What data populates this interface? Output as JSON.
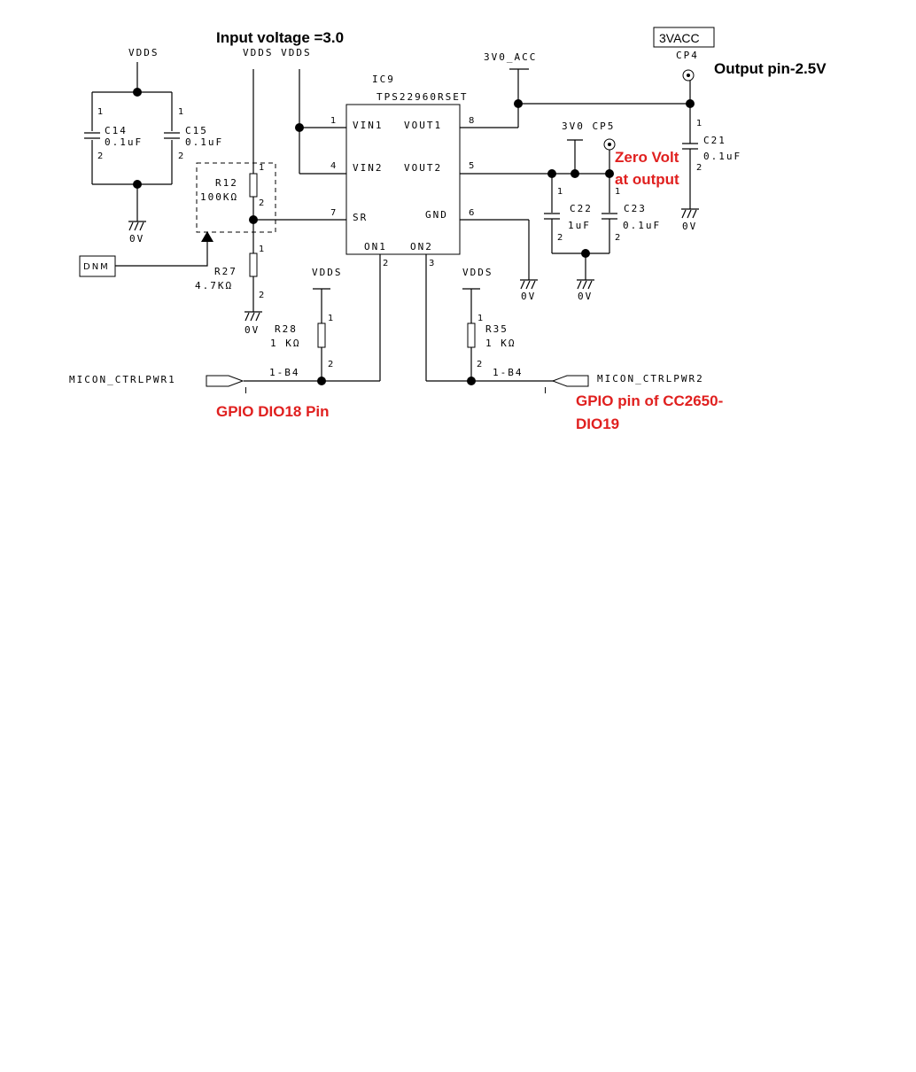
{
  "annotations": {
    "input_voltage": "Input voltage =3.0",
    "output_pin": "Output pin-2.5V",
    "zero_volt_line1": "Zero Volt",
    "zero_volt_line2": "at output",
    "gpio_dio18": "GPIO DIO18 Pin",
    "gpio_cc2650_line1": "GPIO pin of CC2650-",
    "gpio_cc2650_line2": "DIO19"
  },
  "ic": {
    "ref": "IC9",
    "part": "TPS22960RSET",
    "pins": {
      "vin1": "VIN1",
      "vin2": "VIN2",
      "sr": "SR",
      "vout1": "VOUT1",
      "vout2": "VOUT2",
      "gnd": "GND",
      "on1": "ON1",
      "on2": "ON2"
    },
    "pin_numbers": {
      "vin1": "1",
      "vin2": "4",
      "sr": "7",
      "vout1": "8",
      "vout2": "5",
      "gnd": "6",
      "on1": "2",
      "on2": "3"
    }
  },
  "nets": {
    "vdds": "VDDS",
    "vdds_pair": "VDDS VDDS",
    "v3v0_acc": "3V0_ACC",
    "v3v0_cp5": "3V0 CP5",
    "ground": "0V",
    "acc_box": "3VACC",
    "cp4": "CP4",
    "micon1": "MICON_CTRLPWR1",
    "micon2": "MICON_CTRLPWR2",
    "b4": "1-B4",
    "io_dir": "I"
  },
  "components": {
    "c14": {
      "ref": "C14",
      "value": "0.1uF"
    },
    "c15": {
      "ref": "C15",
      "value": "0.1uF"
    },
    "c21": {
      "ref": "C21",
      "value": "0.1uF"
    },
    "c22": {
      "ref": "C22",
      "value": "1uF"
    },
    "c23": {
      "ref": "C23",
      "value": "0.1uF"
    },
    "r12": {
      "ref": "R12",
      "value": "100KΩ"
    },
    "r27": {
      "ref": "R27",
      "value": "4.7KΩ"
    },
    "r28": {
      "ref": "R28",
      "value": "1  KΩ"
    },
    "r35": {
      "ref": "R35",
      "value": "1  KΩ"
    },
    "dnm": "DNM"
  },
  "pin_marks": {
    "one": "1",
    "two": "2"
  }
}
